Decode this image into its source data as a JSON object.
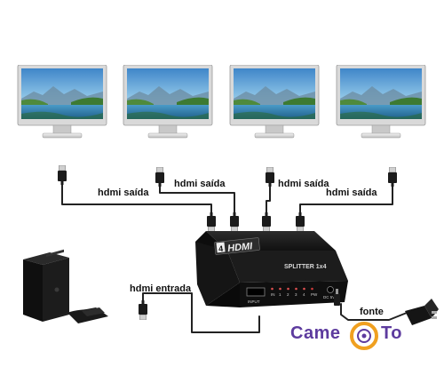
{
  "labels": {
    "out1": "hdmi saída",
    "out2": "hdmi saída",
    "out3": "hdmi saída",
    "out4": "hdmi saída",
    "input": "hdmi entrada",
    "power": "fonte"
  },
  "device": {
    "badge_number": "4",
    "badge_text": "HDMI",
    "model": "SPLITTER 1x4",
    "input_port": "INPUT",
    "led_labels": [
      "IN",
      "1",
      "2",
      "3",
      "4",
      "PW"
    ],
    "power_port": "DC 5V"
  },
  "brand": {
    "part1": "Came",
    "part2": "To",
    "colors": {
      "text": "#5d3b9e",
      "ring": "#f0a020"
    }
  },
  "colors": {
    "sky_top": "#3f86c9",
    "sky_bottom": "#8cc3e6",
    "water": "#2f7fb0",
    "foliage": "#4f8a3c",
    "cable": "#222222",
    "splitter": "#161616"
  }
}
